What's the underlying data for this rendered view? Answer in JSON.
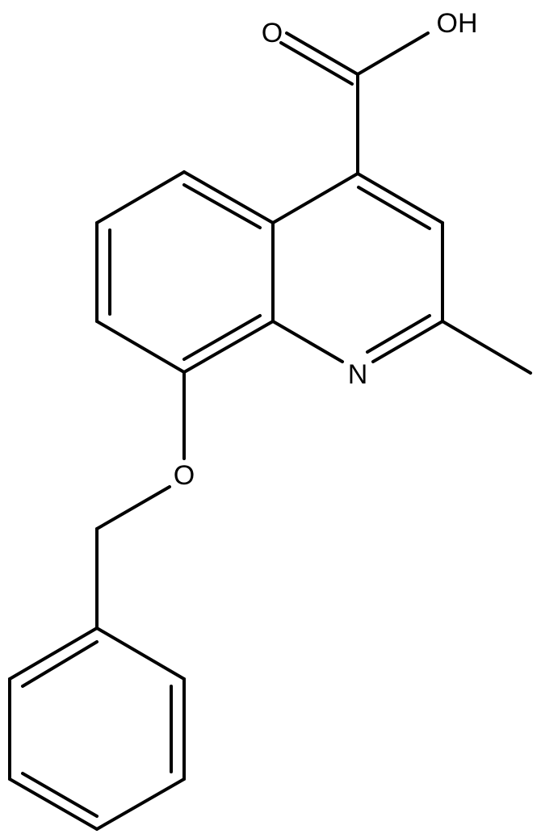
{
  "molecule": {
    "atom_labels": {
      "carbonyl_oxygen": "O",
      "hydroxyl": "OH",
      "ring_nitrogen": "N",
      "ether_oxygen": "O"
    }
  }
}
